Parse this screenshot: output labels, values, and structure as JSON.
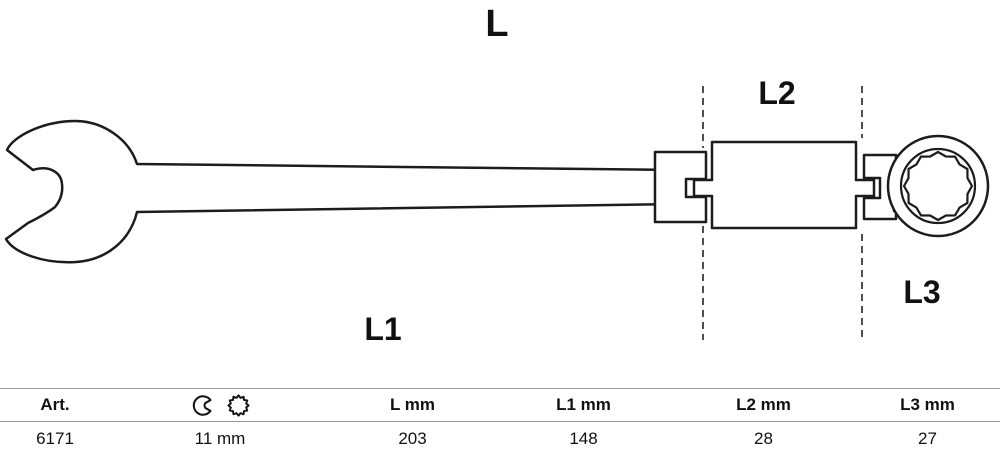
{
  "diagram": {
    "labels": {
      "L": "L",
      "L1": "L1",
      "L2": "L2",
      "L3": "L3"
    },
    "icon_names": [
      "open-end-wrench-drawing",
      "ratchet-ring-12pt-drawing"
    ],
    "colors": {
      "stroke": "#1c1c1c",
      "dash": "#222222"
    }
  },
  "table": {
    "headers": [
      "Art.",
      "",
      "L mm",
      "L1 mm",
      "L2 mm",
      "L3 mm"
    ],
    "header_icons": [
      "open-end-wrench-icon",
      "ring-12pt-icon"
    ],
    "row": [
      "6171",
      "11 mm",
      "203",
      "148",
      "28",
      "27"
    ],
    "rule_color": "#999999"
  }
}
